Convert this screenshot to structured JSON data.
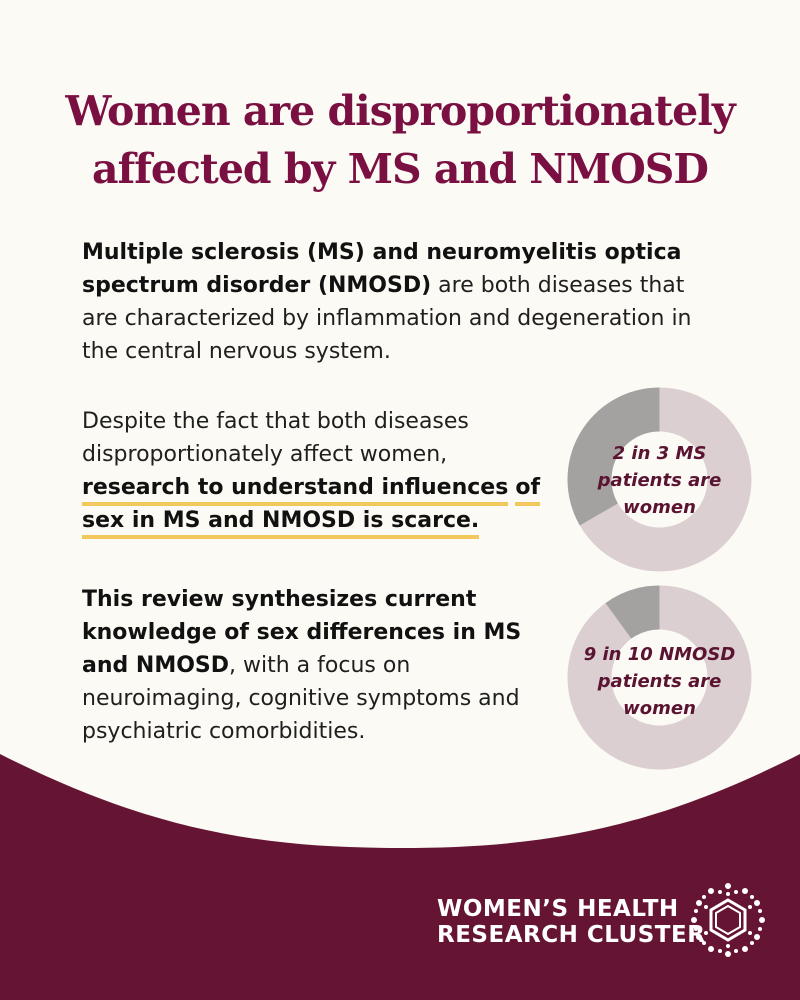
{
  "title": {
    "line1": "Women are disproportionately",
    "line2": "affected by MS and NMOSD"
  },
  "para1": {
    "bold": "Multiple sclerosis (MS) and neuromyelitis optica spectrum disorder (NMOSD)",
    "rest": " are both diseases that are characterized by inflammation and degeneration in the central nervous system."
  },
  "para2": {
    "plain": "Despite the fact that both diseases disproportionately affect women, ",
    "highlight1": "research to understand influences",
    "highlight2": "of sex in MS and NMOSD is scarce."
  },
  "para3": {
    "bold": "This review synthesizes current knowledge of sex differences in MS and NMOSD",
    "rest": ", with a focus on neuroimaging,  cognitive symptoms and psychiatric comorbidities."
  },
  "donuts": [
    {
      "line1": "2 in 3 MS",
      "line2": "patients are",
      "line3": "women",
      "fraction": 0.6667
    },
    {
      "line1": "9 in 10 NMOSD",
      "line2": "patients are",
      "line3": "women",
      "fraction": 0.9
    }
  ],
  "logo": {
    "line1": "WOMEN’S HEALTH",
    "line2": "RESEARCH CLUSTER"
  },
  "colors": {
    "title": "#7a1042",
    "footer": "#661433",
    "donut_women": "#dccfd1",
    "donut_other": "#a4a2a1",
    "highlight": "#f2c75c",
    "background": "#fbfaf4"
  }
}
